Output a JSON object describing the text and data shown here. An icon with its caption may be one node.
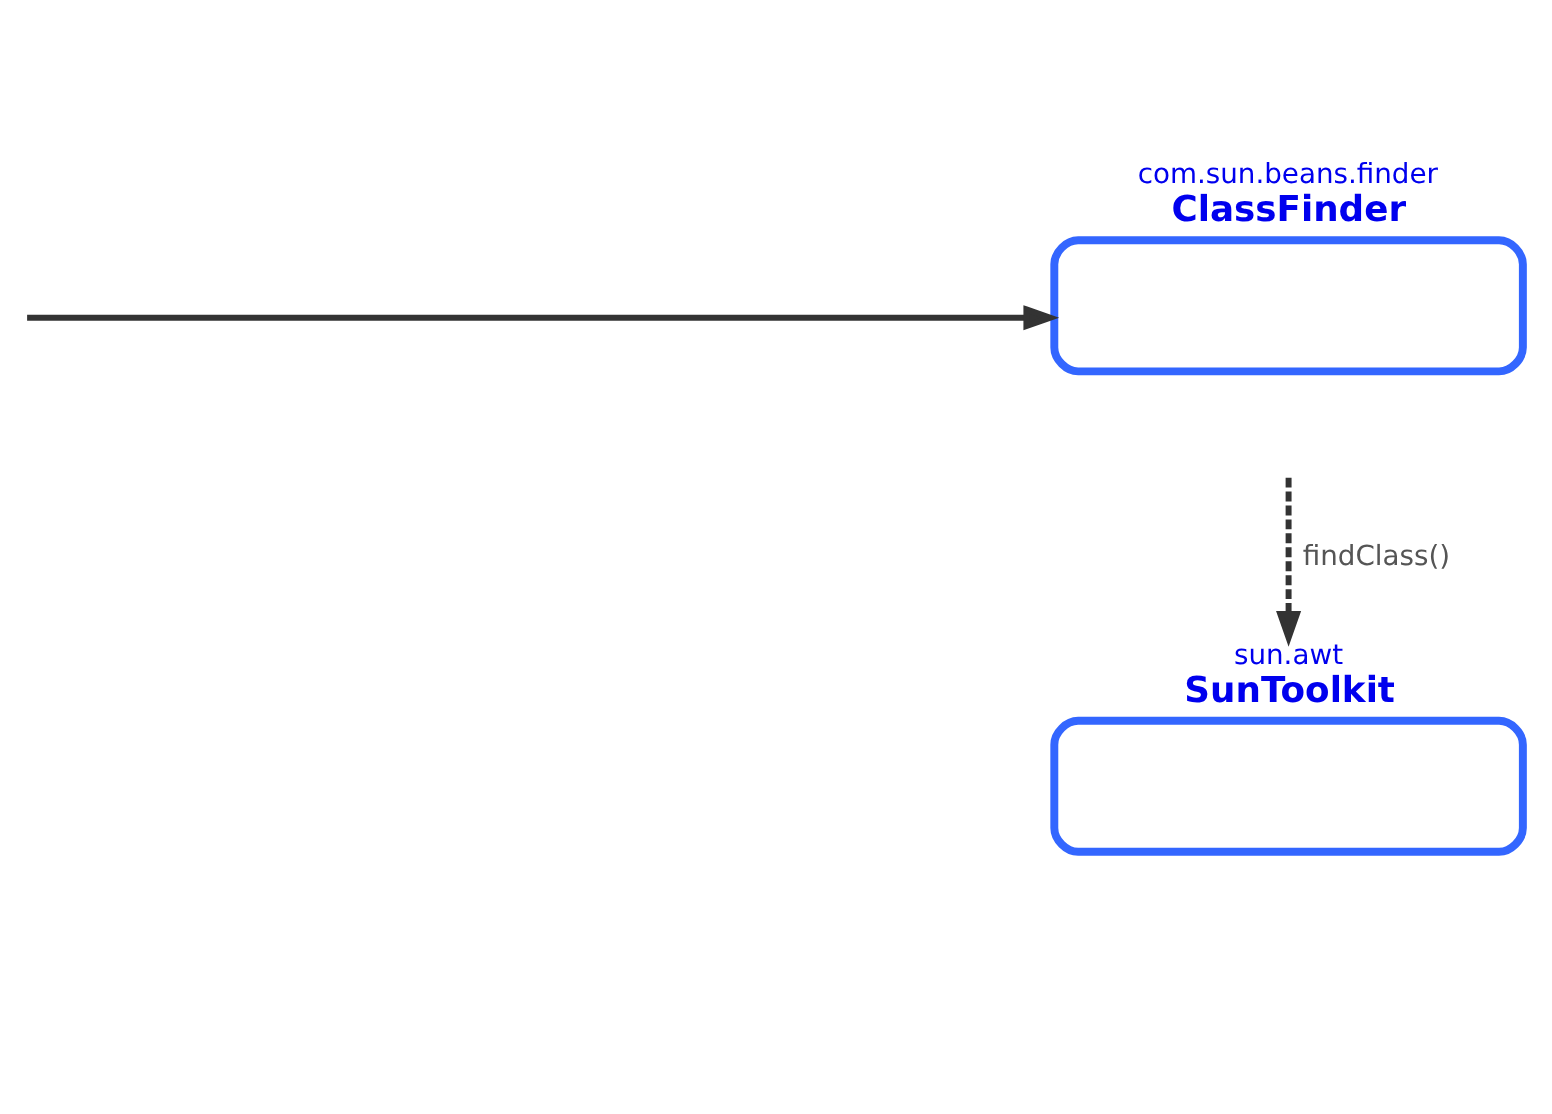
{
  "diagram": {
    "nodes": [
      {
        "text": [
          "com.sun.beans.finder",
          "ClassFinder"
        ]
      },
      {
        "text": [
          "sun.awt",
          "SunToolkit"
        ]
      }
    ],
    "edges": [
      {
        "from": null,
        "to": 0,
        "arrow": "to"
      },
      {
        "from": 0,
        "to": 1,
        "arrow": "to",
        "label": "findClass()",
        "style": "dashed"
      }
    ]
  }
}
